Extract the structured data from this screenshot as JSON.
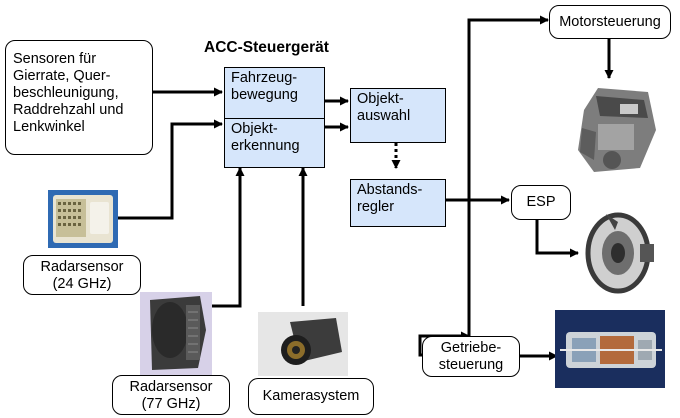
{
  "title": "ACC-Steuergerät",
  "sensors_box": "Sensoren für\nGierrate, Quer-\nbeschleunigung,\nRaddrehzahl und\nLenkwinkel",
  "vehicle_motion": "Fahrzeug-\nbewegung",
  "object_detection": "Objekt-\nerkennung",
  "object_selection": "Objekt-\nauswahl",
  "distance_controller": "Abstands-\nregler",
  "radar_24": "Radarsensor\n(24 GHz)",
  "radar_77": "Radarsensor\n(77 GHz)",
  "camera": "Kamerasystem",
  "engine_control": "Motorsteuerung",
  "esp": "ESP",
  "transmission_control": "Getriebe-\nsteuerung",
  "colors": {
    "block_fill": "#d6e6fb",
    "line": "#000000"
  }
}
